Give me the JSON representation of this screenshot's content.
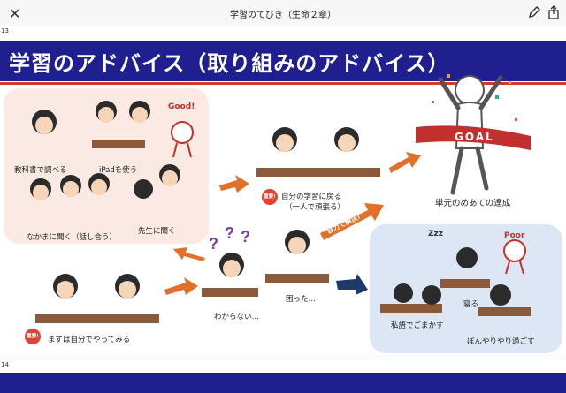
{
  "window": {
    "title": "学習のてびき（生命２章）",
    "close_glyph": "✕"
  },
  "pages": {
    "top_number": "13",
    "bottom_number": "14"
  },
  "slide": {
    "heading": "学習のアドバイス（取り組みのアドバイス）",
    "labels": {
      "textbook": "教科書で調べる",
      "ipad": "iPadを使う",
      "friends": "なかまに聞く（話し合う）",
      "teacher": "先生に聞く",
      "selfstudy": "まずは自分でやってみる",
      "dont_know": "わからない…",
      "troubled": "困った…",
      "return_line1": "自分の学習に戻る",
      "return_line2": "（一人で頑張る）",
      "goal_caption": "単元のめあての達成",
      "sleep": "寝る",
      "chat": "私語でごまかす",
      "zone_out": "ぼんやりやり過ごす",
      "solve_self": "自力で解決!",
      "good": "Good!",
      "poor": "Poor",
      "goal_banner": "GOAL",
      "important": "重要!",
      "zzz": "Zzz"
    }
  },
  "colors": {
    "header_bg": "#1f1f8f",
    "accent_red": "#d23a2a",
    "arrow_orange": "#e0702a",
    "good_panel": "#fbeae4",
    "poor_panel": "#dce6f4"
  }
}
